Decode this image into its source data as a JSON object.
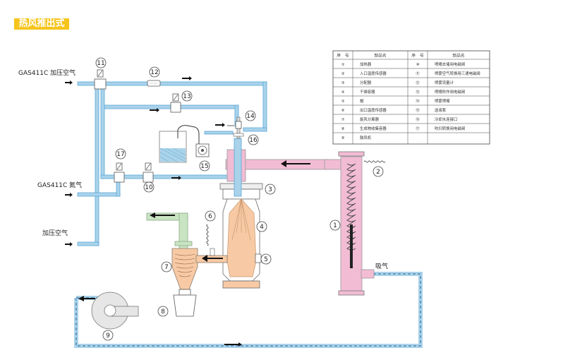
{
  "title": "热风推出式",
  "labels": {
    "gas_air": "GAS411C 加压空气",
    "gas_n2": "GAS411C 氮气",
    "air": "加压空气",
    "intake": "吸气"
  },
  "callouts": [
    {
      "id": "c1",
      "text": "1"
    },
    {
      "id": "c2",
      "text": "2"
    },
    {
      "id": "c3",
      "text": "3"
    },
    {
      "id": "c4",
      "text": "4"
    },
    {
      "id": "c5",
      "text": "5"
    },
    {
      "id": "c6",
      "text": "6"
    },
    {
      "id": "c7",
      "text": "7"
    },
    {
      "id": "c8",
      "text": "8"
    },
    {
      "id": "c9",
      "text": "9"
    },
    {
      "id": "c10",
      "text": "10"
    },
    {
      "id": "c11",
      "text": "11"
    },
    {
      "id": "c12",
      "text": "12"
    },
    {
      "id": "c13",
      "text": "13"
    },
    {
      "id": "c14",
      "text": "14"
    },
    {
      "id": "c15",
      "text": "15"
    },
    {
      "id": "c16",
      "text": "16"
    },
    {
      "id": "c17",
      "text": "17"
    }
  ],
  "table": {
    "headers": [
      "序　号",
      "部品名",
      "序　号",
      "部品名"
    ],
    "rows": [
      [
        "①",
        "加热器",
        "⑩",
        "喷嘴去堵用电磁阀"
      ],
      [
        "②",
        "入口温度传感器",
        "⑪",
        "喷雾空气转换用三通电磁阀"
      ],
      [
        "③",
        "分配器",
        "⑫",
        "喷雾流量计"
      ],
      [
        "④",
        "干燥容器",
        "⑬",
        "喷嘴吹作用电磁阀"
      ],
      [
        "⑤",
        "帽",
        "⑭",
        "喷雾喷嘴"
      ],
      [
        "⑥",
        "出口温度传感器",
        "⑮",
        "送液泵"
      ],
      [
        "⑦",
        "旋风分离器",
        "⑯",
        "冷却水连接口"
      ],
      [
        "⑧",
        "生成物收集容器",
        "⑰",
        "吹扫转换用电磁阀"
      ],
      [
        "⑨",
        "鼓风机",
        "",
        ""
      ]
    ]
  },
  "colors": {
    "blue_pipe": "#a9d3ea",
    "blue_stroke": "#2c86c4",
    "pink": "#f2bcd4",
    "peach": "#f7caa5",
    "green": "#c9e4c2",
    "title_bg": "#f6c41b"
  }
}
